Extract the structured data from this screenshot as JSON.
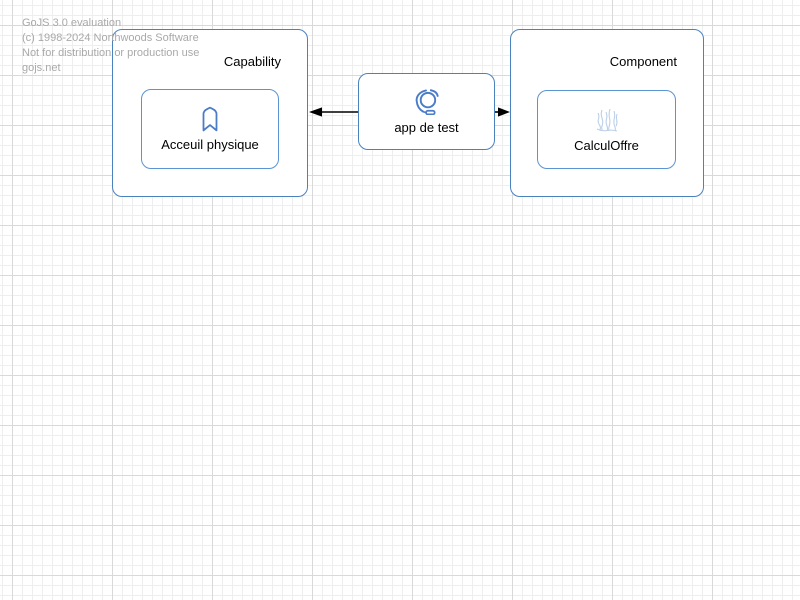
{
  "watermark": {
    "lines": [
      "GoJS 3.0 evaluation",
      "(c) 1998-2024 Northwoods Software",
      "Not for distribution or production use",
      "gojs.net"
    ]
  },
  "capability_group": {
    "title": "Capability",
    "item": {
      "label": "Acceuil physique",
      "icon": "bookmark-icon"
    }
  },
  "app_node": {
    "label": "app de test",
    "icon": "headset-icon"
  },
  "component_group": {
    "title": "Component",
    "item": {
      "label": "CalculOffre",
      "icon": "scribble-icon"
    }
  },
  "links": [
    {
      "from": "app de test",
      "to": "Acceuil physique",
      "arrowhead": "left"
    },
    {
      "from": "app de test",
      "to": "CalculOffre",
      "arrowhead": "right"
    }
  ],
  "colors": {
    "group_border": "#4a82be",
    "item_border": "#5b94d2",
    "icon_blue": "#4a7cc7",
    "icon_faint": "#bccfe9",
    "arrow": "#000000",
    "title_text": "#000000",
    "watermark_text": "#a9a9a9",
    "grid_minor": "#eeeeee",
    "grid_major": "#d9d9d9",
    "canvas_bg": "#ffffff"
  }
}
